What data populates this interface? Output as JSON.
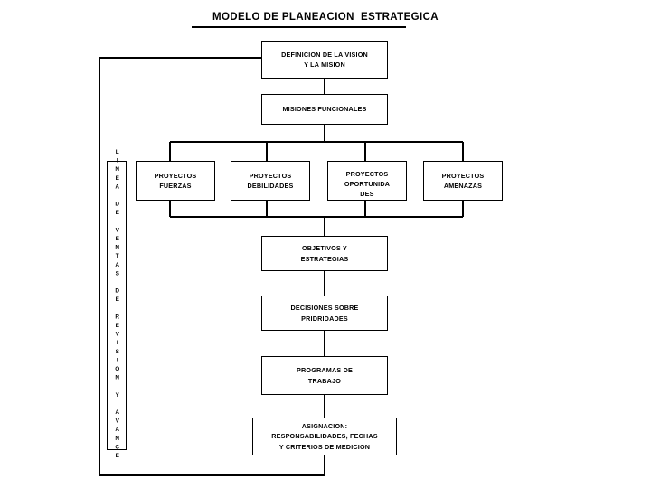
{
  "document": {
    "title": "MODELO DE PLANEACION  ESTRATEGICA",
    "ink_color": "#000000",
    "background_color": "#ffffff"
  },
  "diagram": {
    "type": "flowchart",
    "orientation": "top-to-bottom",
    "side_label": {
      "text": "LINEA DE VENTAS DE REVISION Y AVANCE",
      "orientation": "vertical"
    },
    "nodes": [
      {
        "id": "vision",
        "label": "DEFINICION DE LA VISION\nY LA MISION"
      },
      {
        "id": "misiones",
        "label": "MISIONES FUNCIONALES"
      },
      {
        "id": "fuerzas",
        "label": "PROYECTOS\nFUERZAS"
      },
      {
        "id": "debilidades",
        "label": "PROYECTOS\nDEBILIDADES"
      },
      {
        "id": "oportunidades",
        "label": "PROYECTOS\nOPORTUNIDA",
        "label_overflow": "DES"
      },
      {
        "id": "amenazas",
        "label": "PROYECTOS\nAMENAZAS"
      },
      {
        "id": "objetivos",
        "label": "OBJETIVOS Y\nESTRATEGIAS"
      },
      {
        "id": "decisiones",
        "label": "DECISIONES SOBRE\nPRIDRIDADES"
      },
      {
        "id": "programas",
        "label": "PROGRAMAS DE\nTRABAJO"
      },
      {
        "id": "asignacion",
        "label": "ASIGNACION:\nRESPONSABILIDADES, FECHAS\nY CRITERIOS DE MEDICION"
      }
    ],
    "edges": [
      {
        "from": "vision",
        "to": "misiones"
      },
      {
        "from": "misiones",
        "to": "fuerzas"
      },
      {
        "from": "misiones",
        "to": "debilidades"
      },
      {
        "from": "misiones",
        "to": "oportunidades"
      },
      {
        "from": "misiones",
        "to": "amenazas"
      },
      {
        "from": "fuerzas",
        "to": "objetivos"
      },
      {
        "from": "debilidades",
        "to": "objetivos"
      },
      {
        "from": "oportunidades",
        "to": "objetivos"
      },
      {
        "from": "amenazas",
        "to": "objetivos"
      },
      {
        "from": "objetivos",
        "to": "decisiones"
      },
      {
        "from": "decisiones",
        "to": "programas"
      },
      {
        "from": "programas",
        "to": "asignacion"
      },
      {
        "from": "asignacion",
        "to": "vision",
        "kind": "feedback-loop"
      }
    ]
  }
}
